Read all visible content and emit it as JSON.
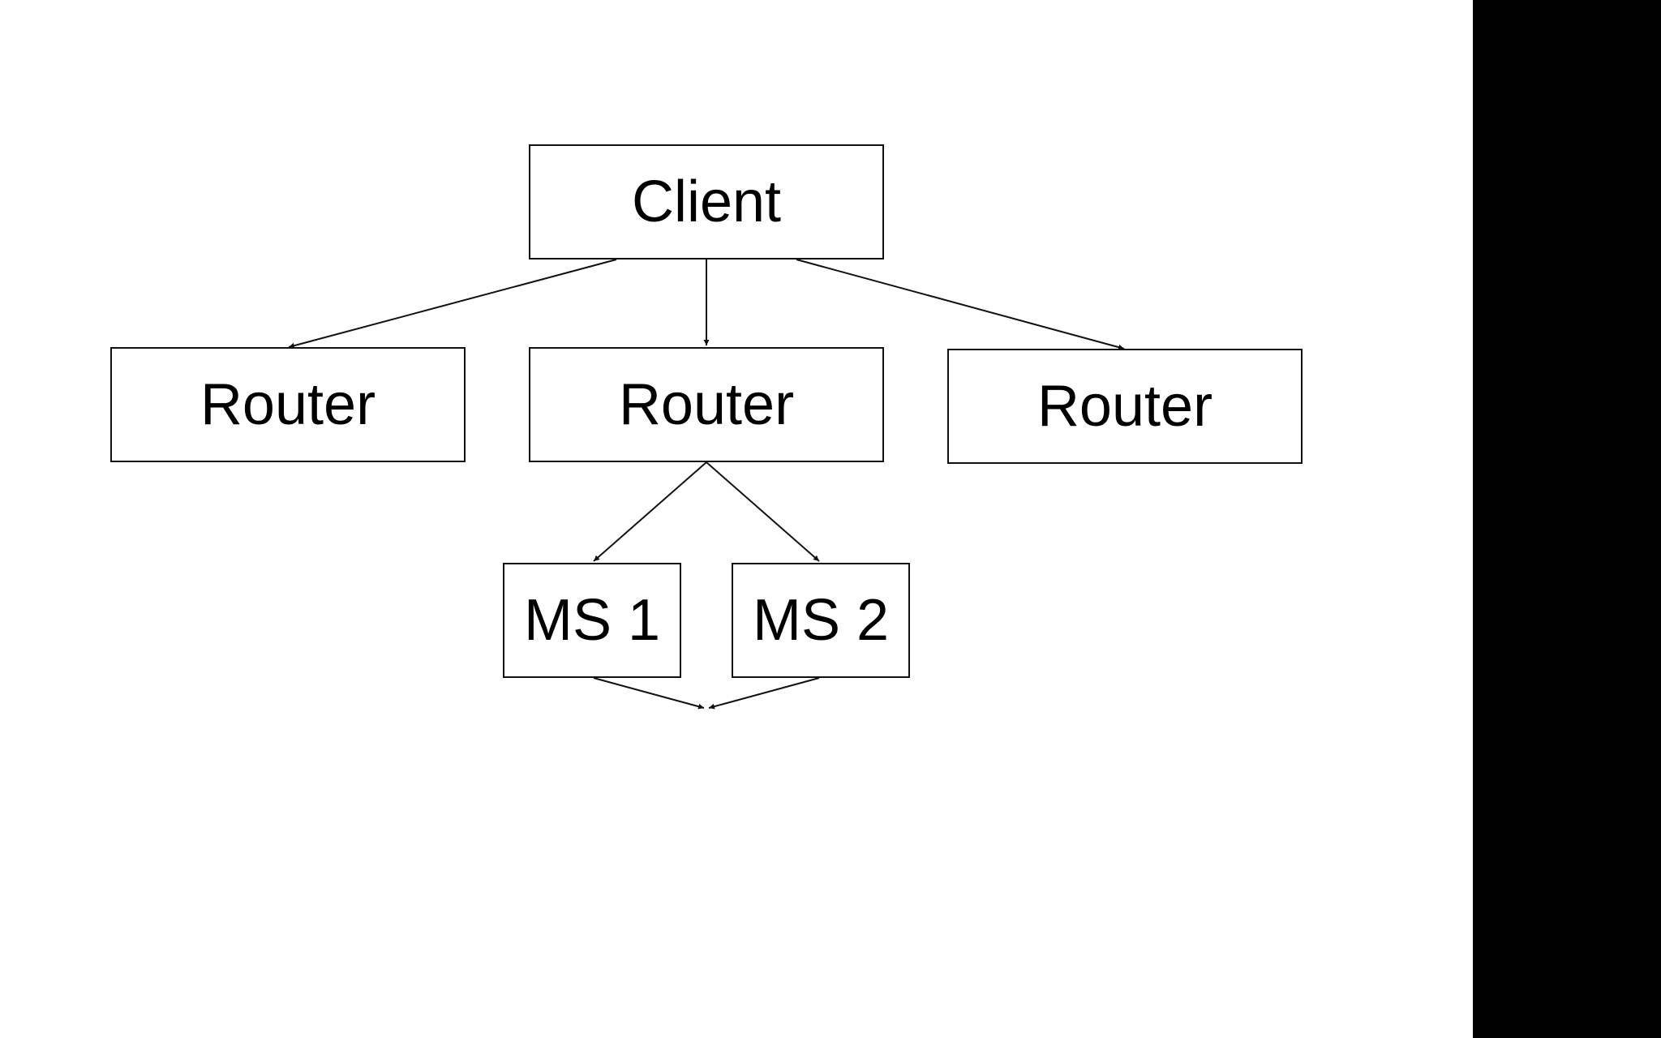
{
  "colors": {
    "background": "#ffffff",
    "node_border": "#111111",
    "text": "#000000",
    "edge": "#111111",
    "right_band": "#000000"
  },
  "diagram": {
    "nodes": {
      "client": "Client",
      "router_1": "Router",
      "router_2": "Router",
      "router_3": "Router",
      "ms_1": "MS 1",
      "ms_2": "MS 2"
    },
    "edges": [
      {
        "from": "client",
        "to": "router_1"
      },
      {
        "from": "client",
        "to": "router_2"
      },
      {
        "from": "client",
        "to": "router_3"
      },
      {
        "from": "router_2",
        "to": "ms_1"
      },
      {
        "from": "router_2",
        "to": "ms_2"
      },
      {
        "from": "ms_1",
        "to": "merge_point"
      },
      {
        "from": "ms_2",
        "to": "merge_point"
      }
    ]
  }
}
